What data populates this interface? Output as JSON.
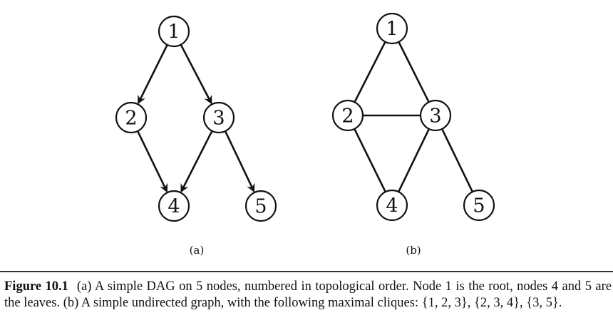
{
  "panels": {
    "a": {
      "label": "(a)",
      "nodes": [
        "1",
        "2",
        "3",
        "4",
        "5"
      ],
      "edges": [
        [
          "1",
          "2"
        ],
        [
          "1",
          "3"
        ],
        [
          "2",
          "4"
        ],
        [
          "3",
          "4"
        ],
        [
          "3",
          "5"
        ]
      ],
      "directed": true
    },
    "b": {
      "label": "(b)",
      "nodes": [
        "1",
        "2",
        "3",
        "4",
        "5"
      ],
      "edges": [
        [
          "1",
          "2"
        ],
        [
          "1",
          "3"
        ],
        [
          "2",
          "3"
        ],
        [
          "2",
          "4"
        ],
        [
          "3",
          "4"
        ],
        [
          "3",
          "5"
        ]
      ],
      "directed": false
    }
  },
  "caption": {
    "label": "Figure 10.1",
    "text": "(a) A simple DAG on 5 nodes, numbered in topological order. Node 1 is the root, nodes 4 and 5 are the leaves. (b) A simple undirected graph, with the following maximal cliques: {1, 2, 3}, {2, 3, 4}, {3, 5}."
  },
  "colors": {
    "ink": "#111111",
    "background": "#ffffff"
  }
}
